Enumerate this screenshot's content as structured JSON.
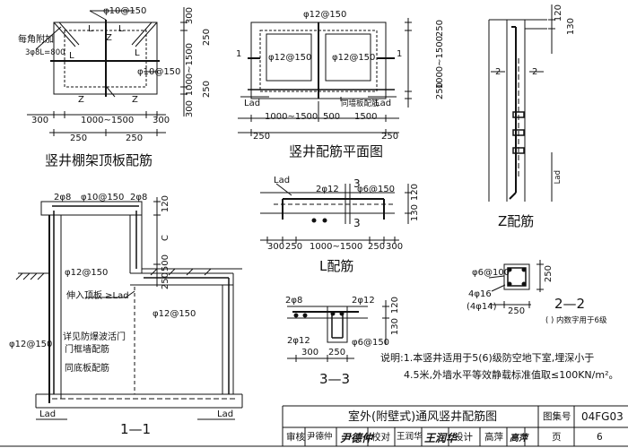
{
  "views": {
    "top_slab": {
      "title": "竖井棚架顶板配筋",
      "rebar_top": "φ10@150",
      "rebar_side": "φ10@150",
      "corner_note_1": "每角附加",
      "corner_note_2": "3φ8L=800",
      "labels": {
        "L1": "L",
        "L2": "L",
        "L3": "L",
        "L4": "L",
        "Z1": "Z",
        "Z2": "Z",
        "Z3": "Z"
      },
      "dims_h": [
        "300",
        "1000~1500",
        "300",
        "250",
        "250"
      ],
      "dims_v": [
        "300",
        "250",
        "1000~1500",
        "250",
        "300"
      ]
    },
    "plan": {
      "title": "竖井配筋平面图",
      "rebar_top": "φ12@150",
      "rebar_mid": "φ12@150",
      "rebar_right": "φ12@150",
      "section_mark": "1",
      "lad_left": "Lad",
      "lad_right": "Lad",
      "wall_note": "同墙板配筋",
      "dims_h": [
        "1000~1500",
        "500",
        "1500",
        "250",
        "250"
      ],
      "dims_v": [
        "250",
        "1000~1500",
        "250"
      ]
    },
    "z_bar": {
      "title": "Z配筋",
      "section_mark": "2",
      "dims": [
        "120",
        "130",
        "Lad"
      ]
    },
    "l_bar": {
      "title": "L配筋",
      "rebar_main": "2φ12",
      "rebar_stirrup": "φ6@150",
      "lad": "Lad",
      "section_mark": "3",
      "dims_h": [
        "300",
        "250",
        "1000~1500",
        "250",
        "300"
      ],
      "dims_v": [
        "120",
        "130"
      ]
    },
    "section_1": {
      "title": "1—1",
      "rebar_top_1": "2φ8",
      "rebar_top_2": "φ10@150",
      "rebar_top_3": "2φ8",
      "rebar_wall_1": "φ12@150",
      "rebar_wall_2": "φ12@150",
      "rebar_wall_3": "φ12@150",
      "note_roof": "伸入顶板 ≥Lad",
      "note_door_1": "详见防爆波活门",
      "note_door_2": "门框墙配筋",
      "note_floor": "同底板配筋",
      "lad_left": "Lad",
      "lad_right": "Lad",
      "dims_v": [
        "120",
        "C",
        "500",
        "250"
      ]
    },
    "section_2": {
      "title": "2—2",
      "rebar_stirrup": "φ6@100",
      "rebar_main_1": "4φ16",
      "rebar_main_2": "(4φ14)",
      "dims": [
        "250",
        "250"
      ],
      "note": "( ) 内数字用于6级"
    },
    "section_3": {
      "title": "3—3",
      "rebar_1": "2φ8",
      "rebar_2": "2φ12",
      "rebar_3": "2φ12",
      "rebar_4": "φ6@150",
      "dims_h": [
        "300",
        "250"
      ],
      "dims_v": [
        "120",
        "130"
      ]
    }
  },
  "notes": {
    "label": "说明:",
    "line1": "1.本竖井适用于5(6)级防空地下室,埋深小于",
    "line2": "4.5米,外墙水平等效静载标准值取≤100KN/m²。"
  },
  "title_block": {
    "drawing_title": "室外(附壁式)通风竖井配筋图",
    "atlas_label": "图集号",
    "atlas_no": "04FG03",
    "review_label": "审核",
    "reviewer": "尹德仲",
    "reviewer_sig": "尹德仲",
    "check_label": "校对",
    "checker": "王润华",
    "checker_sig": "王润华",
    "design_label": "设计",
    "designer": "高萍",
    "designer_sig": "高萍",
    "page_label": "页",
    "page_no": "6"
  }
}
